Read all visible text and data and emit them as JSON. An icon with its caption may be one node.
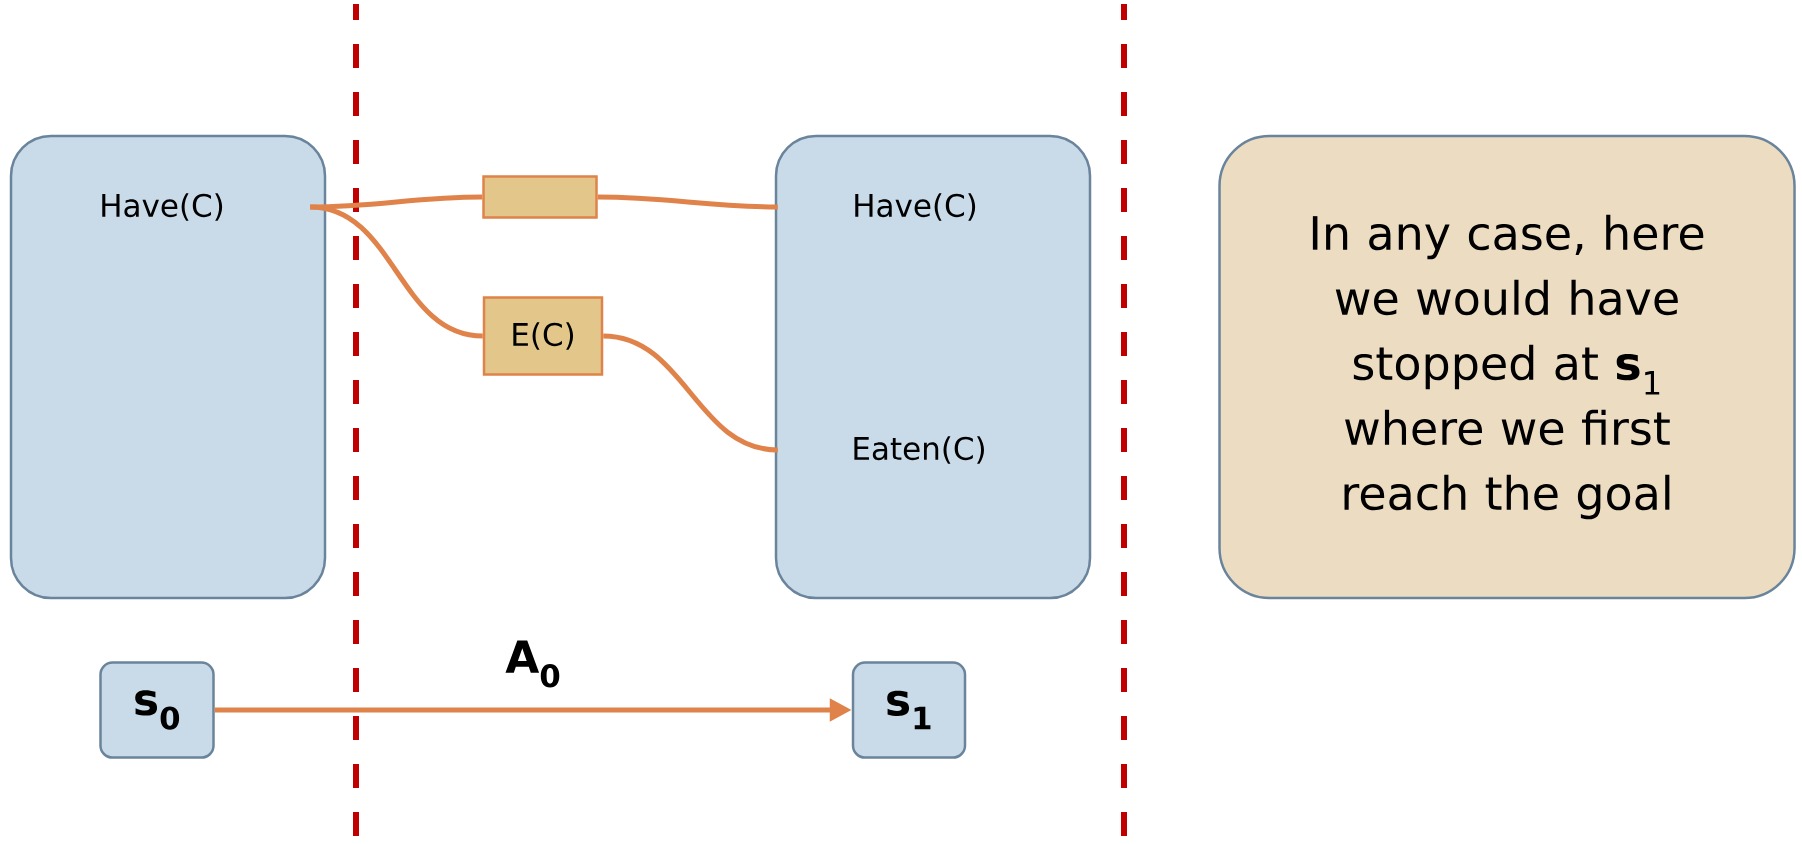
{
  "diagram": {
    "nodes": [
      {
        "text": [],
        "shape": "box"
      },
      {
        "text": [
          "Have(C)"
        ],
        "in": 0
      },
      {
        "text": [],
        "shape": "box"
      },
      {
        "text": [
          "E(C)"
        ]
      },
      {
        "text": [],
        "shape": "box"
      },
      {
        "text": [
          "Have(C)"
        ],
        "in": 4
      },
      {
        "text": [
          "Eaten(C)"
        ],
        "in": 4
      },
      {
        "text": [
          "In any case, here we would have stopped at **s**$_{1}$ where we first reach the goal"
        ]
      },
      {
        "text": [
          "s$_{0}$"
        ]
      },
      {
        "text": [
          "s$_{1}$"
        ]
      }
    ],
    "edges": [
      {
        "from": 1,
        "to": 2,
        "arrow": "none"
      },
      {
        "from": 2,
        "to": 5,
        "arrow": "none"
      },
      {
        "from": 1,
        "to": 3,
        "arrow": "none"
      },
      {
        "from": 3,
        "to": 6,
        "arrow": "none"
      },
      {
        "from": 8,
        "to": 9,
        "arrow": "to",
        "label": "A$_{0}$"
      }
    ]
  }
}
